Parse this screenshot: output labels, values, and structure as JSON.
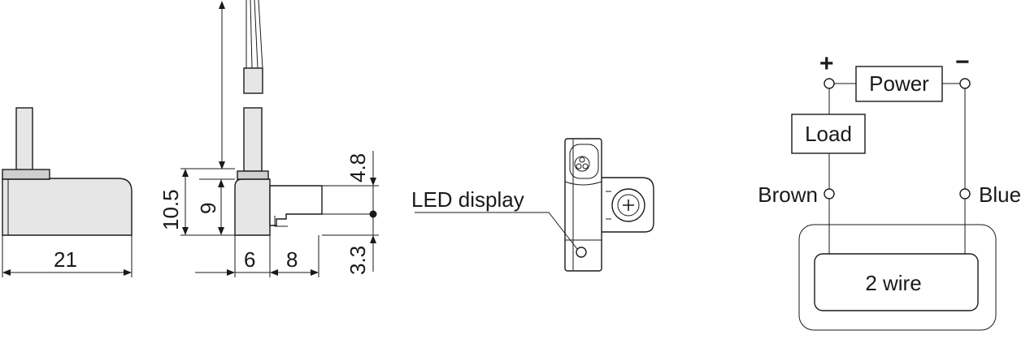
{
  "dimensions": {
    "width": "21",
    "height_total": "10.5",
    "height_body": "9",
    "offset_top": "4.8",
    "offset_bottom": "3.3",
    "base_a": "6",
    "base_b": "8"
  },
  "led_view": {
    "callout": "LED display"
  },
  "wiring": {
    "plus": "+",
    "minus": "−",
    "power": "Power",
    "load": "Load",
    "brown": "Brown",
    "blue": "Blue",
    "sensor": "2 wire"
  }
}
